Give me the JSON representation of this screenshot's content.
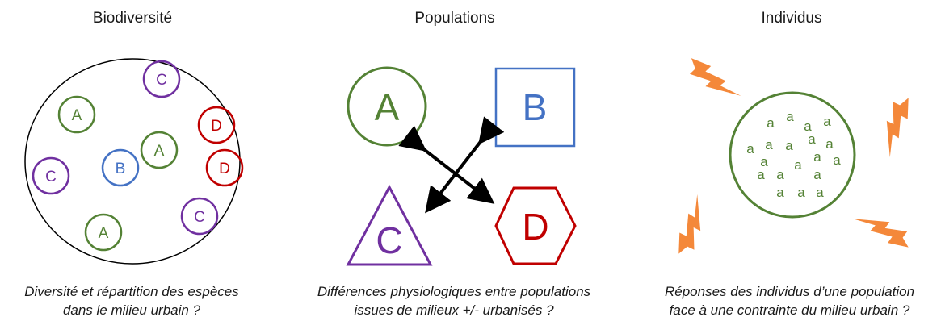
{
  "titles": {
    "biodiversity": "Biodiversité",
    "populations": "Populations",
    "individuals": "Individus"
  },
  "captions": {
    "biodiversity": [
      "Diversité et répartition des espèces",
      "dans le milieu urbain ?"
    ],
    "populations": [
      "Différences physiologiques entre populations",
      "issues de milieux +/- urbanisés ?"
    ],
    "individuals": [
      "Réponses des individus d’une population",
      "face à une contrainte du milieu urbain ?"
    ]
  },
  "species": {
    "A": {
      "label": "A",
      "color": "#548235"
    },
    "B": {
      "label": "B",
      "color": "#4472C4"
    },
    "C": {
      "label": "C",
      "color": "#7030A0"
    },
    "D": {
      "label": "D",
      "color": "#C00000"
    }
  },
  "individual_label": "a",
  "individual_color": "#548235",
  "lightning_color": "#F4883A"
}
